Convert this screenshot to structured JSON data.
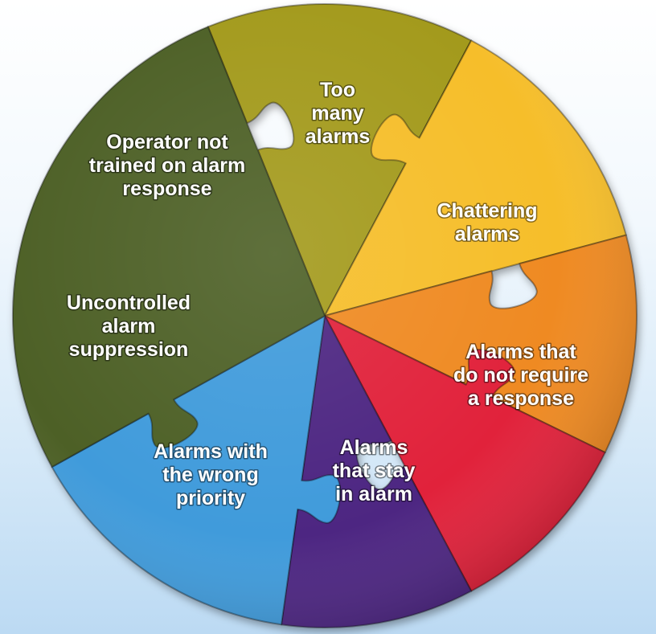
{
  "pieces": [
    {
      "id": "too-many-alarms",
      "lines": [
        "Too",
        "many",
        "alarms"
      ],
      "color": "#a39a1d"
    },
    {
      "id": "chattering-alarms",
      "lines": [
        "Chattering",
        "alarms"
      ],
      "color": "#f6be2c"
    },
    {
      "id": "alarms-no-response",
      "lines": [
        "Alarms that",
        "do not require",
        "a response"
      ],
      "color": "#ef8a21"
    },
    {
      "id": "alarms-stay-in-alarm",
      "lines": [
        "Alarms",
        "that stay",
        "in alarm"
      ],
      "color": "#e1203a"
    },
    {
      "id": "alarms-wrong-priority",
      "lines": [
        "Alarms with",
        "the wrong",
        "priority"
      ],
      "color": "#4d2882"
    },
    {
      "id": "uncontrolled-suppression",
      "lines": [
        "Uncontrolled",
        "alarm",
        "suppression"
      ],
      "color": "#3f9bdb"
    },
    {
      "id": "operator-not-trained",
      "lines": [
        "Operator not",
        "trained on alarm",
        "response"
      ],
      "color": "#4d6128"
    }
  ]
}
